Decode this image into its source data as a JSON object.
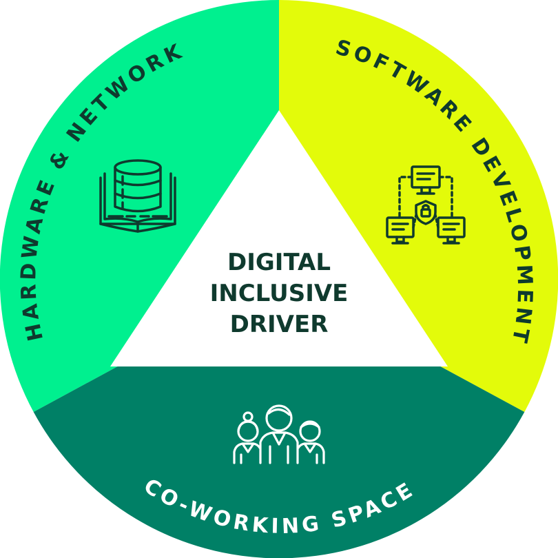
{
  "center_title": {
    "line1": "DIGITAL",
    "line2": "INCLUSIVE",
    "line3": "DRIVER"
  },
  "segments": {
    "hardware": {
      "label": "HARDWARE & NETWORK",
      "color": "#00F08F",
      "icon": "server-book-icon"
    },
    "software": {
      "label": "SOFTWARE DEVELOPMENT",
      "color": "#E3FB0A",
      "icon": "network-computers-shield-icon"
    },
    "coworking": {
      "label": "CO-WORKING SPACE",
      "color": "#008066",
      "icon": "team-people-icon"
    }
  },
  "colors": {
    "text_dark": "#0F3A2E",
    "coworking_text": "#FFFFFF",
    "triangle": "#FFFFFF"
  }
}
